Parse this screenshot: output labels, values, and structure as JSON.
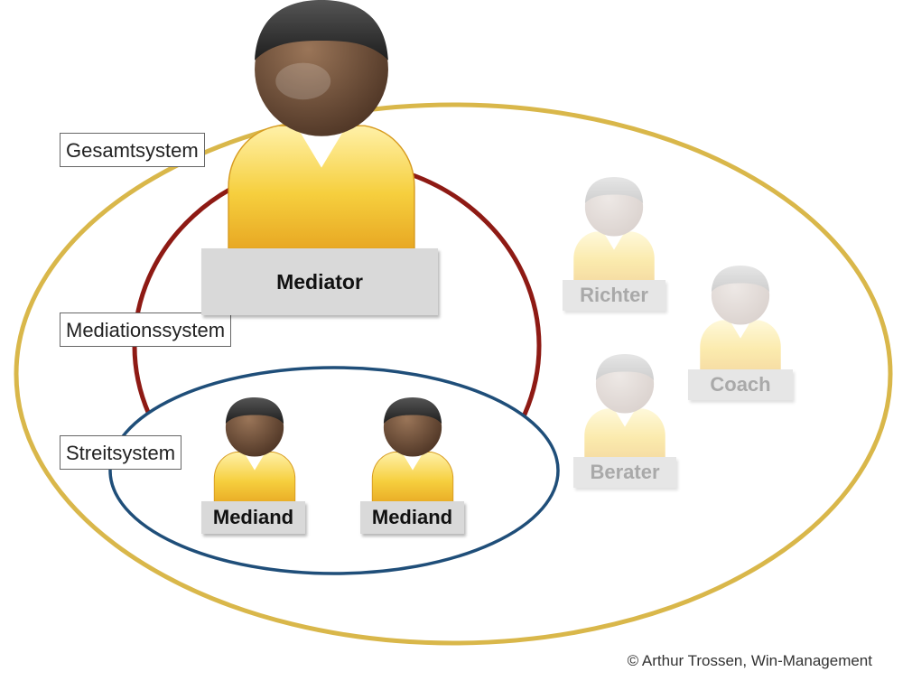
{
  "systems": {
    "gesamtsystem": "Gesamtsystem",
    "mediationssystem": "Mediationssystem",
    "streitsystem": "Streitsystem"
  },
  "persons": {
    "mediator": "Mediator",
    "mediand_1": "Mediand",
    "mediand_2": "Mediand",
    "richter": "Richter",
    "coach": "Coach",
    "berater": "Berater"
  },
  "copyright": "© Arthur Trossen, Win-Management",
  "colors": {
    "gesamtsystem_ring": "#d9b74a",
    "mediationssystem_ring": "#8e1a14",
    "streitsystem_ring": "#1f4e79",
    "skin_active": "#6e4f38",
    "hair_active": "#333333",
    "shirt": "#f2c531",
    "skin_faded": "#b8a8a0",
    "hair_faded": "#999999"
  }
}
